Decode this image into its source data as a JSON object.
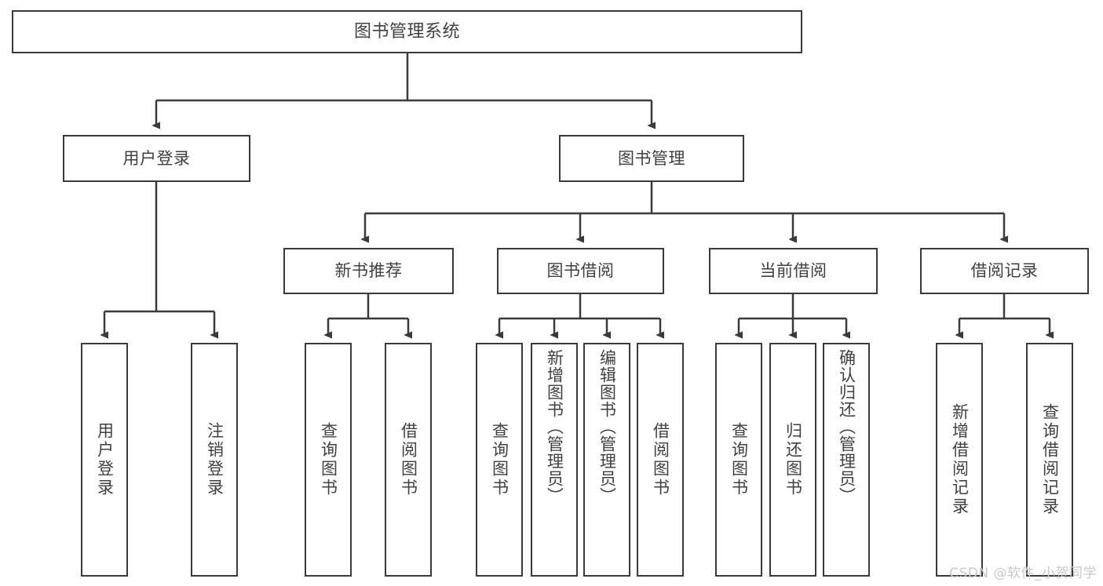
{
  "diagram": {
    "title": "图书管理系统",
    "type": "tree",
    "stroke_color": "#3a3a3a",
    "text_color": "#404040",
    "background": "#ffffff",
    "nodes": {
      "root": {
        "label": "图书管理系统"
      },
      "level1": [
        {
          "id": "user-login",
          "label": "用户登录"
        },
        {
          "id": "book-manage",
          "label": "图书管理"
        }
      ],
      "level2": [
        {
          "id": "new-book-recommend",
          "label": "新书推荐"
        },
        {
          "id": "book-borrow",
          "label": "图书借阅"
        },
        {
          "id": "current-borrow",
          "label": "当前借阅"
        },
        {
          "id": "borrow-record",
          "label": "借阅记录"
        }
      ],
      "leaves": {
        "user_login": [
          {
            "id": "leaf-user-login",
            "label": "用户登录"
          },
          {
            "id": "leaf-logout-login",
            "label": "注销登录"
          }
        ],
        "new_book_recommend": [
          {
            "id": "leaf-query-book-1",
            "label": "查询图书"
          },
          {
            "id": "leaf-borrow-book-1",
            "label": "借阅图书"
          }
        ],
        "book_borrow": [
          {
            "id": "leaf-query-book-2",
            "label": "查询图书"
          },
          {
            "id": "leaf-add-book",
            "label": "新增图书（管理员）"
          },
          {
            "id": "leaf-edit-book",
            "label": "编辑图书（管理员）"
          },
          {
            "id": "leaf-borrow-book-2",
            "label": "借阅图书"
          }
        ],
        "current_borrow": [
          {
            "id": "leaf-query-book-3",
            "label": "查询图书"
          },
          {
            "id": "leaf-return-book",
            "label": "归还图书"
          },
          {
            "id": "leaf-confirm-return",
            "label": "确认归还（管理员）"
          }
        ],
        "borrow_record": [
          {
            "id": "leaf-add-record",
            "label": "新增借阅记录"
          },
          {
            "id": "leaf-query-record",
            "label": "查询借阅记录"
          }
        ]
      }
    }
  },
  "watermark": {
    "text": "CSDN @软件_小贺同学",
    "color": "#c9c9c9"
  }
}
